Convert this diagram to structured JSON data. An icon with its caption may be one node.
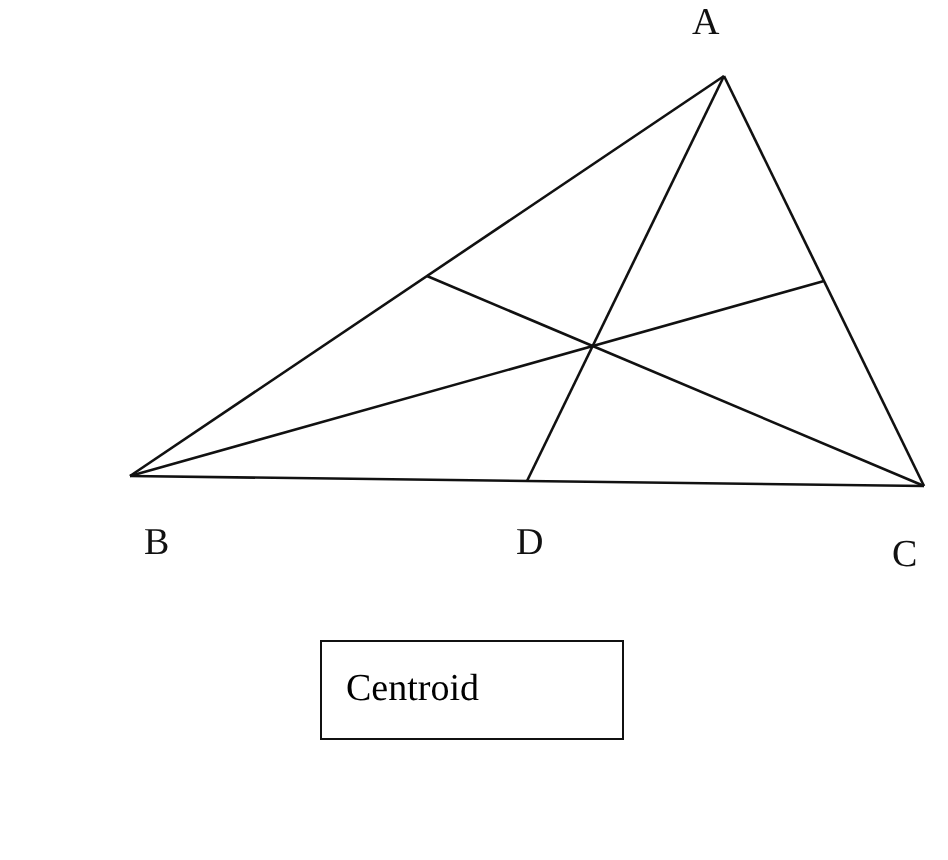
{
  "diagram": {
    "nodes": [
      {
        "text": [
          "Centroid"
        ]
      }
    ],
    "labels": [
      "A",
      "B",
      "D",
      "C"
    ]
  }
}
